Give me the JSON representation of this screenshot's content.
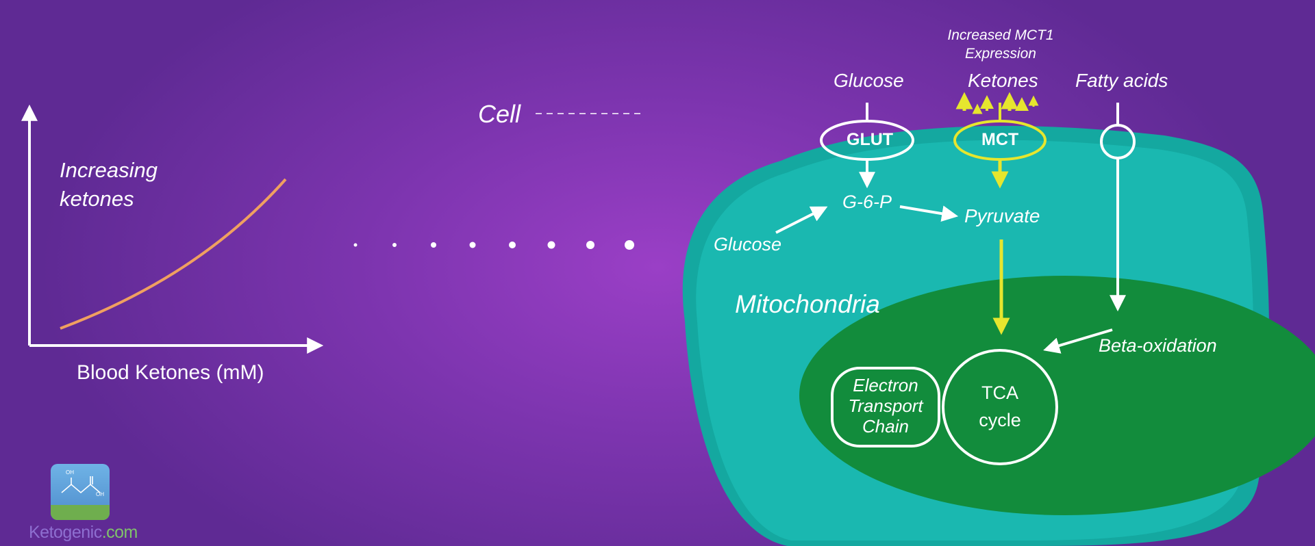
{
  "graph": {
    "y_label_line1": "Increasing",
    "y_label_line2": "ketones",
    "x_label": "Blood Ketones (mM)"
  },
  "cell": {
    "label": "Cell",
    "mitochondria_label": "Mitochondria",
    "inputs": {
      "glucose": "Glucose",
      "ketones": "Ketones",
      "fatty_acids": "Fatty acids",
      "mct1_note_line1": "Increased MCT1",
      "mct1_note_line2": "Expression"
    },
    "transporters": {
      "glut": "GLUT",
      "mct": "MCT"
    },
    "metabolites": {
      "g6p": "G-6-P",
      "pyruvate": "Pyruvate",
      "glucose_internal": "Glucose",
      "beta_oxidation": "Beta-oxidation"
    },
    "organelles": {
      "etc_line1": "Electron",
      "etc_line2": "Transport",
      "etc_line3": "Chain",
      "tca_line1": "TCA",
      "tca_line2": "cycle"
    }
  },
  "logo": {
    "text_main": "Ketogenic",
    "text_suffix": ".com",
    "oh_left": "OH",
    "oh_right": "OH"
  },
  "colors": {
    "cell_outer": "#14a8a0",
    "cell_inner": "#1ab8b0",
    "mitochondria": "#128c3c",
    "mct_highlight": "#e6e62e",
    "curve": "#f0a060"
  }
}
